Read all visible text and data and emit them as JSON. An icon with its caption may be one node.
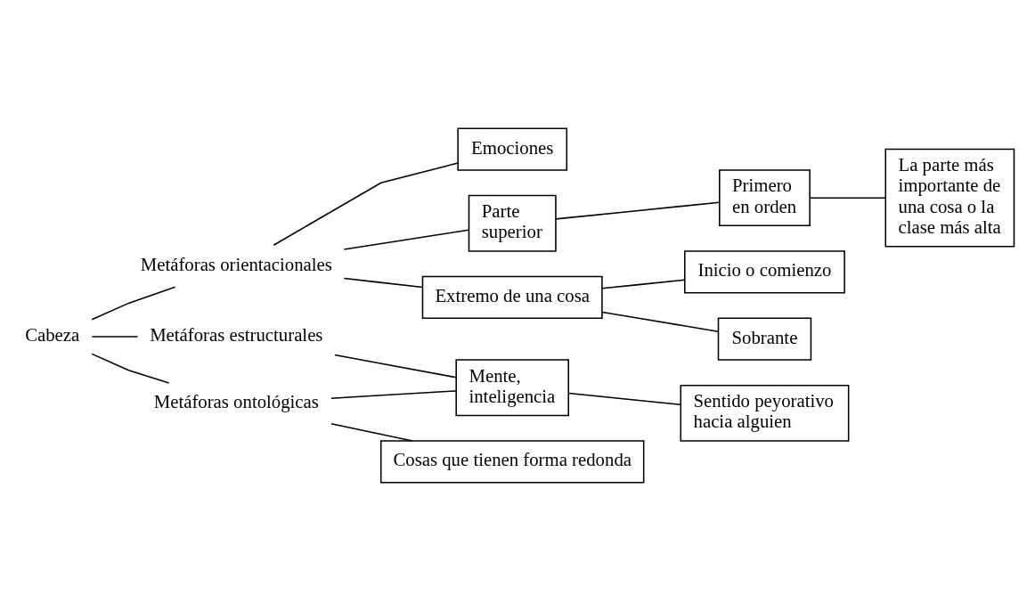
{
  "diagram": {
    "nodes": [
      {
        "text": [
          "Cabeza"
        ]
      },
      {
        "text": [
          "Metáforas orientacionales"
        ]
      },
      {
        "text": [
          "Metáforas estructurales"
        ]
      },
      {
        "text": [
          "Metáforas ontológicas"
        ]
      },
      {
        "text": [
          "Emociones"
        ]
      },
      {
        "text": [
          "Parte superior"
        ]
      },
      {
        "text": [
          "Primero en orden"
        ]
      },
      {
        "text": [
          "La parte más importante de una cosa o la clase más alta"
        ]
      },
      {
        "text": [
          "Extremo de una cosa"
        ]
      },
      {
        "text": [
          "Inicio o comienzo"
        ]
      },
      {
        "text": [
          "Sobrante"
        ]
      },
      {
        "text": [
          "Mente, inteligencia"
        ]
      },
      {
        "text": [
          "Sentido peyorativo hacia alguien"
        ]
      },
      {
        "text": [
          "Cosas que tienen forma redonda"
        ]
      }
    ],
    "edges": [
      {
        "from": 0,
        "to": 1,
        "arrow": "none"
      },
      {
        "from": 0,
        "to": 2,
        "arrow": "none"
      },
      {
        "from": 0,
        "to": 3,
        "arrow": "none"
      },
      {
        "from": 1,
        "to": 4,
        "arrow": "none"
      },
      {
        "from": 1,
        "to": 5,
        "arrow": "none"
      },
      {
        "from": 1,
        "to": 8,
        "arrow": "none"
      },
      {
        "from": 5,
        "to": 6,
        "arrow": "none"
      },
      {
        "from": 6,
        "to": 7,
        "arrow": "none"
      },
      {
        "from": 8,
        "to": 9,
        "arrow": "none"
      },
      {
        "from": 8,
        "to": 10,
        "arrow": "none"
      },
      {
        "from": 2,
        "to": 11,
        "arrow": "none"
      },
      {
        "from": 11,
        "to": 12,
        "arrow": "none"
      },
      {
        "from": 3,
        "to": 11,
        "arrow": "none"
      },
      {
        "from": 3,
        "to": 13,
        "arrow": "none"
      }
    ]
  }
}
